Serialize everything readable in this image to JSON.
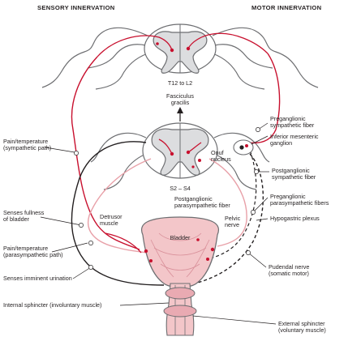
{
  "headers": {
    "sensory": "SENSORY INNERVATION",
    "motor": "MOTOR INNERVATION"
  },
  "cord": {
    "upper_level": "T12 to L2",
    "lower_level": "S2 – S4"
  },
  "labels": {
    "fasciculus": "Fasciculus\ngracilis",
    "onuf": "Onuf\nnucleus",
    "postganglionic_para": "Postganglionic\nparasympathetic fiber",
    "detrusor": "Detrusor\nmuscle",
    "bladder": "Bladder",
    "pelvic_nerve": "Pelvic\nnerve",
    "pain_sympathetic": "Pain/temperature\n(sympathetic path)",
    "senses_fullness": "Senses fullness\nof bladder",
    "pain_parasympathetic": "Pain/temperature\n(parasympathetic path)",
    "senses_imminent": "Senses imminent urination",
    "internal_sphincter": "Internal sphincter (involuntary muscle)",
    "preganglionic_symp": "Preganglionic\nsympathetic fiber",
    "inferior_mesenteric": "Inferior mesenteric\nganglion",
    "postganglionic_symp": "Postganglionic\nsympathetic fiber",
    "preganglionic_para": "Preganglionic\nparasympathetic fibers",
    "hypogastric": "Hypogastric plexus",
    "pudendal": "Pudendal nerve\n(somatic motor)",
    "external_sphincter": "External sphincter\n(voluntary muscle)"
  },
  "colors": {
    "nerve_red": "#c8102e",
    "nerve_pink": "#e8a0a8",
    "nerve_black": "#231f20",
    "cord_outline": "#6d6e71",
    "bladder_fill": "#f3c6c9"
  }
}
